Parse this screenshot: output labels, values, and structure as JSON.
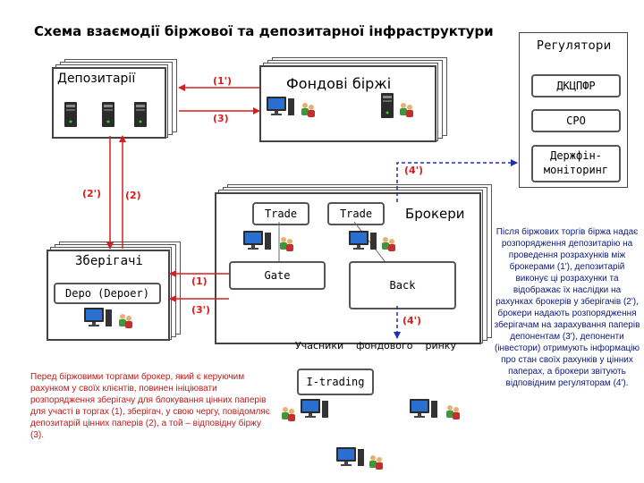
{
  "title": "Схема взаємодії біржової та депозитарної інфраструктури",
  "boxes": {
    "depositories": "Депозитарії",
    "exchanges": "Фондові біржі",
    "regulators": "Регулятори",
    "dkcpfr": "ДКЦПФР",
    "sro": "СРО",
    "monitoring": "Держфін-\nмоніторинг",
    "brokers": "Брокери",
    "trade1": "Trade",
    "trade2": "Trade",
    "gate": "Gate",
    "back": "Back",
    "custodians": "Зберігачі",
    "depo": "Depo (Depoer)",
    "participants": "Учасники    фондового    ринку",
    "itrading": "I-trading"
  },
  "arrow_labels": {
    "l1p_top": "(1')",
    "l3_top": "(3)",
    "l4p_top": "(4')",
    "l2p": "(2')",
    "l2": "(2)",
    "l1": "(1)",
    "l3p": "(3')",
    "l4p_bottom": "(4')"
  },
  "texts": {
    "left_note": "Перед біржовими торгами брокер, який є керуючим рахунком у своїх клієнтів, повинен ініціювати розпорядження зберігачу для блокування цінних паперів для участі в торгах (1), зберігач, у свою чергу, повідомляє депозитарій цінних паперів (2), а той – відповідну біржу (3).",
    "right_note": "Після біржових торгів біржа надає розпорядження депозитарію на проведення розрахунків між брокерами (1'), депозитарій виконує ці розрахунки та відображає їх наслідки на рахунках брокерів у зберігачів (2'), брокери надають розпорядження зберігачам на зарахування паперів депонентам (3'), депоненти (інвестори) отримують інформацію про стан своїх рахунків у цінних паперах, а брокери звітують відповідним регуляторам (4')."
  },
  "colors": {
    "arrow_red": "#d81e1e",
    "arrow_blue": "#1a2fbf",
    "note_red": "#c01818",
    "note_blue": "#0b1a7a"
  }
}
